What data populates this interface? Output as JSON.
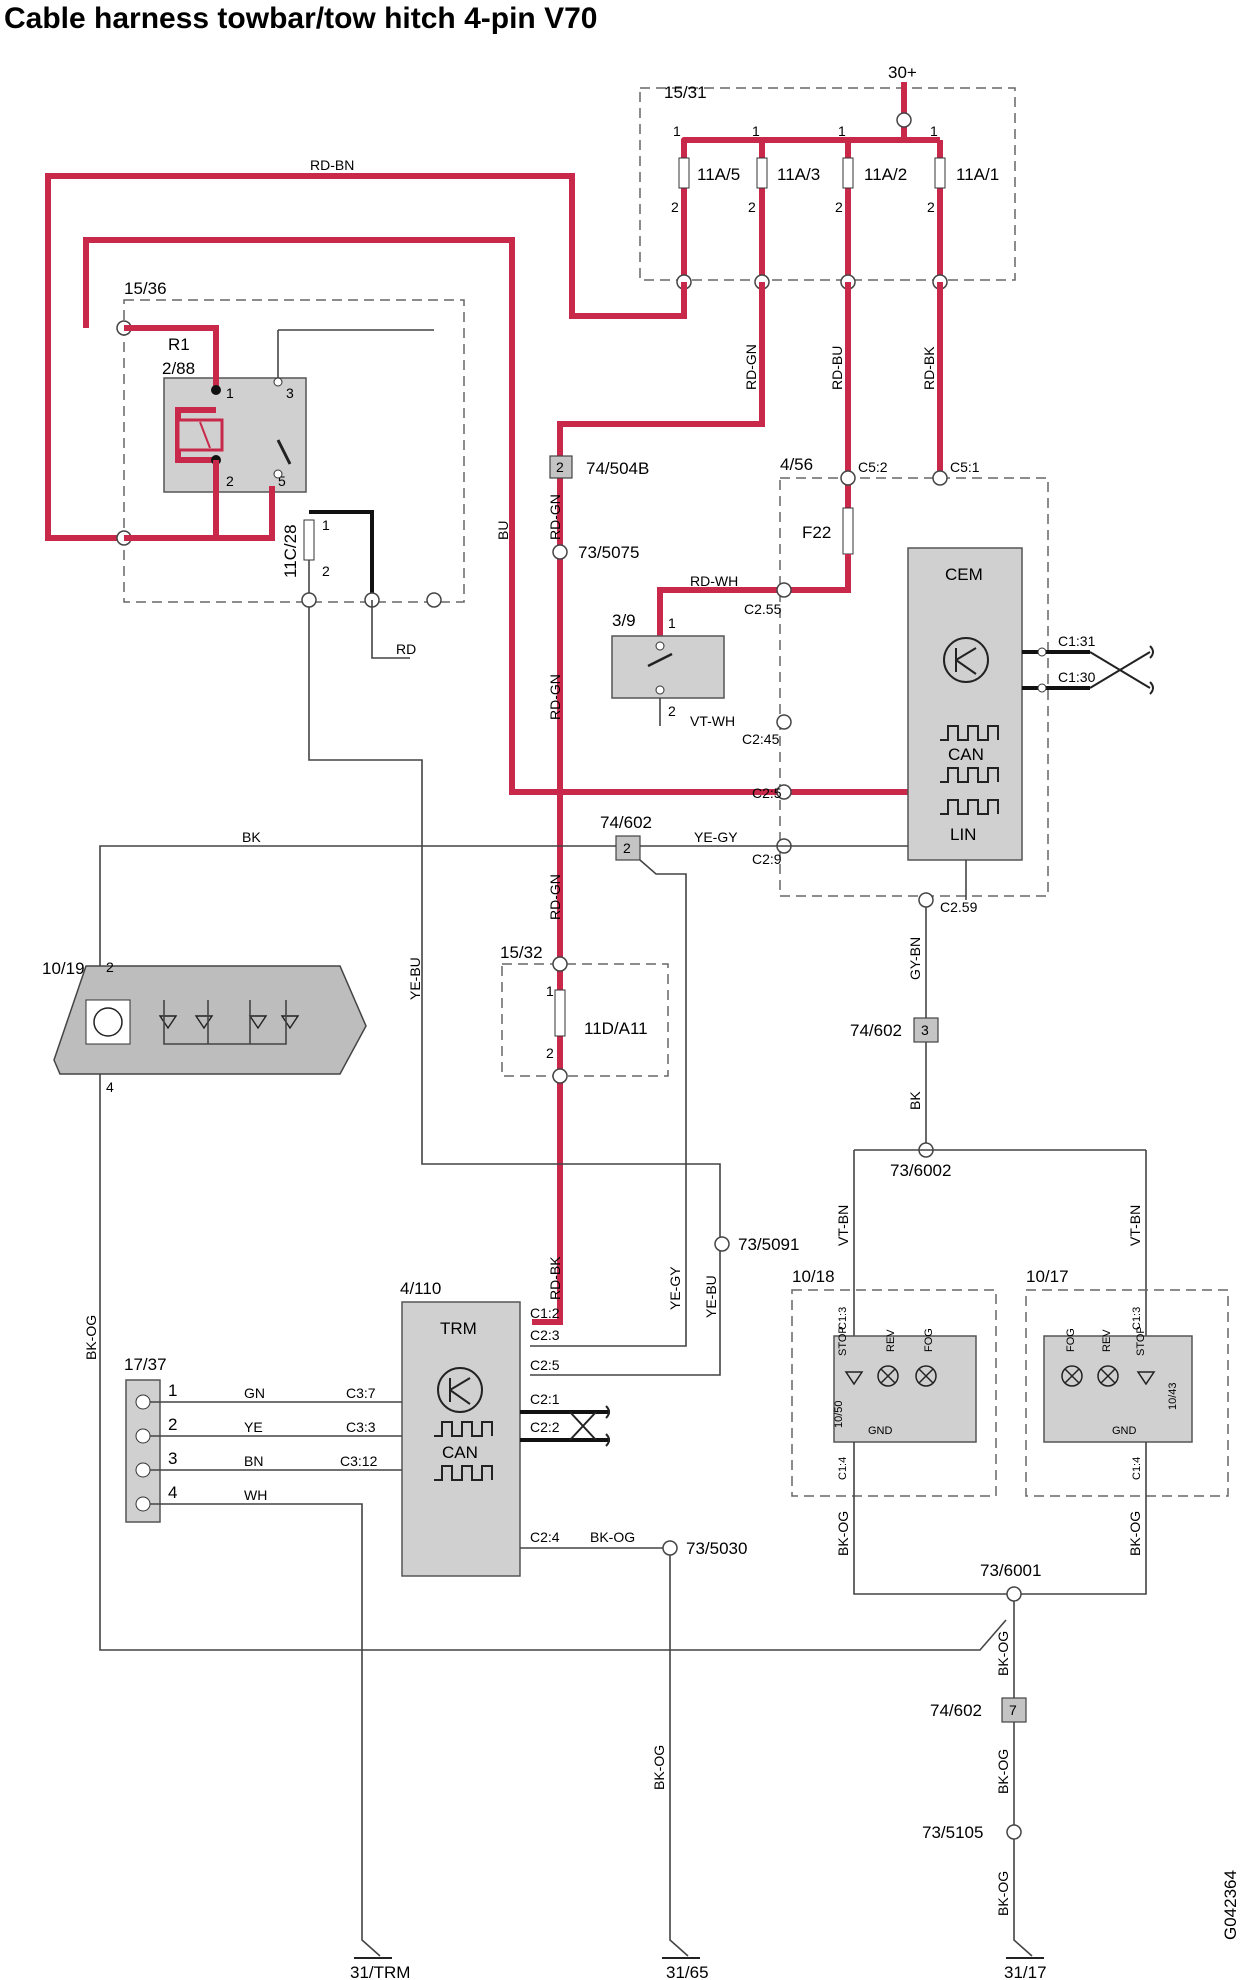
{
  "title": "Cable harness towbar/tow hitch 4-pin V70",
  "code": "G042364",
  "supply": {
    "label": "30+",
    "box": "15/31",
    "fuses": [
      "11A/5",
      "11A/3",
      "11A/2",
      "11A/1"
    ]
  },
  "relay_box": {
    "box": "15/36",
    "relay": "R1",
    "relay_code": "2/88",
    "fuse": "11C/28",
    "pins": [
      "1",
      "2",
      "3",
      "5"
    ]
  },
  "wires": {
    "rd_bn": "RD-BN",
    "rd_gn": "RD-GN",
    "rd_bu": "RD-BU",
    "rd_bk": "RD-BK",
    "bu": "BU",
    "rd_wh": "RD-WH",
    "vt_wh": "VT-WH",
    "rd": "RD",
    "bk": "BK",
    "ye_gy": "YE-GY",
    "ye_bu": "YE-BU",
    "gy_bn": "GY-BN",
    "vt_bn": "VT-BN",
    "bk_og": "BK-OG",
    "gn": "GN",
    "ye": "YE",
    "bn": "BN",
    "wh": "WH"
  },
  "cem": {
    "box": "4/56",
    "label": "CEM",
    "can": "CAN",
    "lin": "LIN",
    "fuse": "F22",
    "connectors": [
      "C5:2",
      "C5:1",
      "C2.55",
      "C2:45",
      "C2:5",
      "C2:9",
      "C2.59",
      "C1:31",
      "C1:30"
    ]
  },
  "trm": {
    "box": "4/110",
    "label": "TRM",
    "can": "CAN",
    "connectors": [
      "C1:2",
      "C2:3",
      "C2:5",
      "C2:1",
      "C2:2",
      "C2:4",
      "C3:7",
      "C3:3",
      "C3:12"
    ]
  },
  "splices": [
    "74/504B",
    "73/5075",
    "74/602",
    "73/5091",
    "73/6002",
    "73/6001",
    "73/5030",
    "73/5105"
  ],
  "components": {
    "switch": "3/9",
    "lamp": "10/19",
    "fuse_box2": "15/32",
    "fuse2": "11D/A11",
    "rear_left": "10/18",
    "rear_right": "10/17",
    "socket": "17/37",
    "rear_code_l": "10/50",
    "rear_code_r": "10/43"
  },
  "lamp_labels": {
    "stop": "STOP",
    "rev": "REV",
    "fog": "FOG",
    "gnd": "GND",
    "c13": "C1:3",
    "c14": "C1:4"
  },
  "socket_pins": [
    "1",
    "2",
    "3",
    "4"
  ],
  "grounds": [
    "31/TRM",
    "31/65",
    "31/17"
  ],
  "pin_nums": {
    "p1": "1",
    "p2": "2",
    "p3": "3",
    "p4": "4",
    "p5": "5",
    "p7": "7"
  },
  "colors": {
    "red_wire": "#c8284a",
    "gray_box": "#d0d0d0"
  }
}
